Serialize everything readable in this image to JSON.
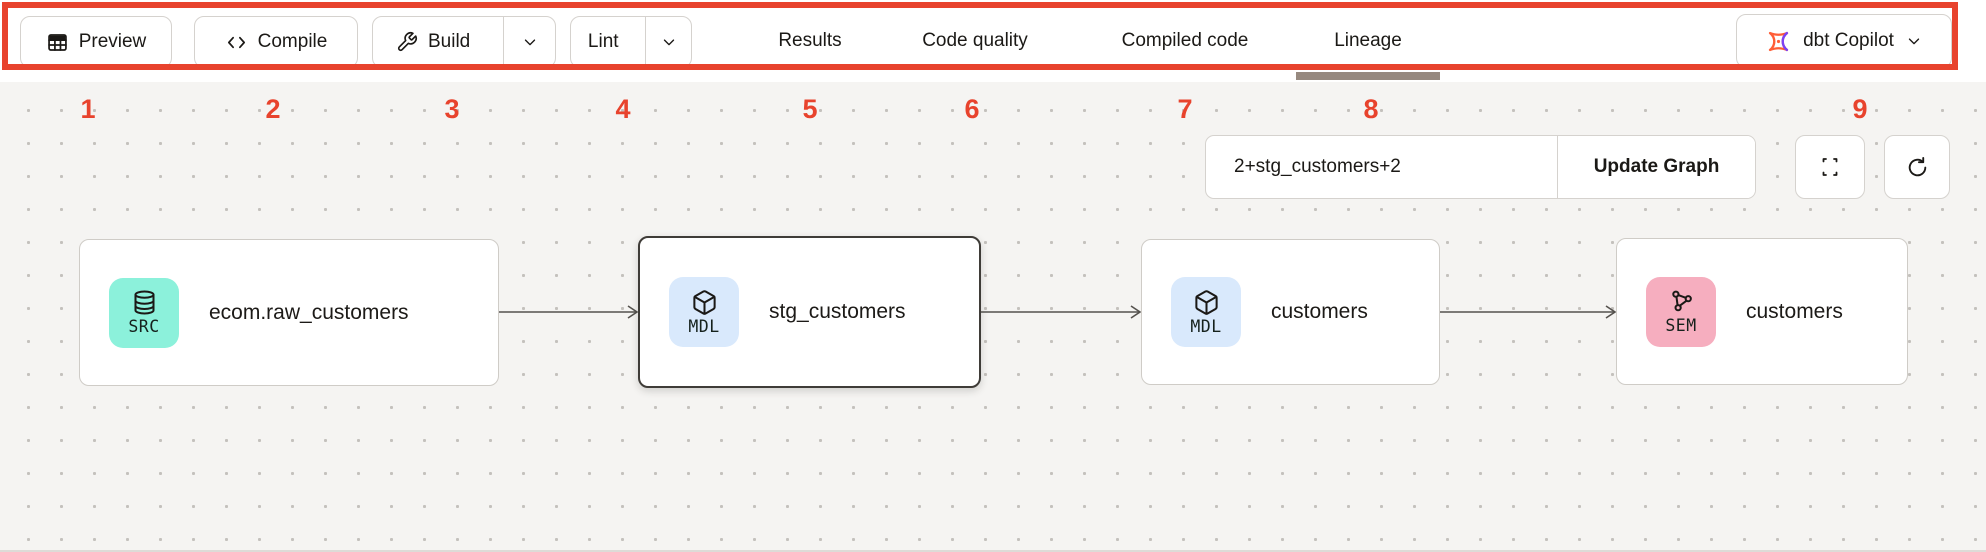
{
  "toolbar": {
    "preview_label": "Preview",
    "compile_label": "Compile",
    "build_label": "Build",
    "lint_label": "Lint",
    "copilot_label": "dbt Copilot"
  },
  "tabs": [
    {
      "label": "Results",
      "active": false
    },
    {
      "label": "Code quality",
      "active": false
    },
    {
      "label": "Compiled code",
      "active": false
    },
    {
      "label": "Lineage",
      "active": true
    }
  ],
  "graph_controls": {
    "selector_value": "2+stg_customers+2",
    "update_button_label": "Update Graph"
  },
  "lineage": {
    "nodes": [
      {
        "type": "SRC",
        "label": "ecom.raw_customers",
        "selected": false
      },
      {
        "type": "MDL",
        "label": "stg_customers",
        "selected": true
      },
      {
        "type": "MDL",
        "label": "customers",
        "selected": false
      },
      {
        "type": "SEM",
        "label": "customers",
        "selected": false
      }
    ]
  },
  "annotations": {
    "numbers": [
      "1",
      "2",
      "3",
      "4",
      "5",
      "6",
      "7",
      "8",
      "9"
    ],
    "highlight_color": "#e8432d"
  },
  "colors": {
    "source_badge": "#8cf1db",
    "model_badge": "#d9e9fc",
    "semantic_badge": "#f6aebf",
    "active_tab_underline": "#97897f",
    "dbt_orange": "#ff5d36",
    "dbt_purple": "#7b42f6"
  }
}
